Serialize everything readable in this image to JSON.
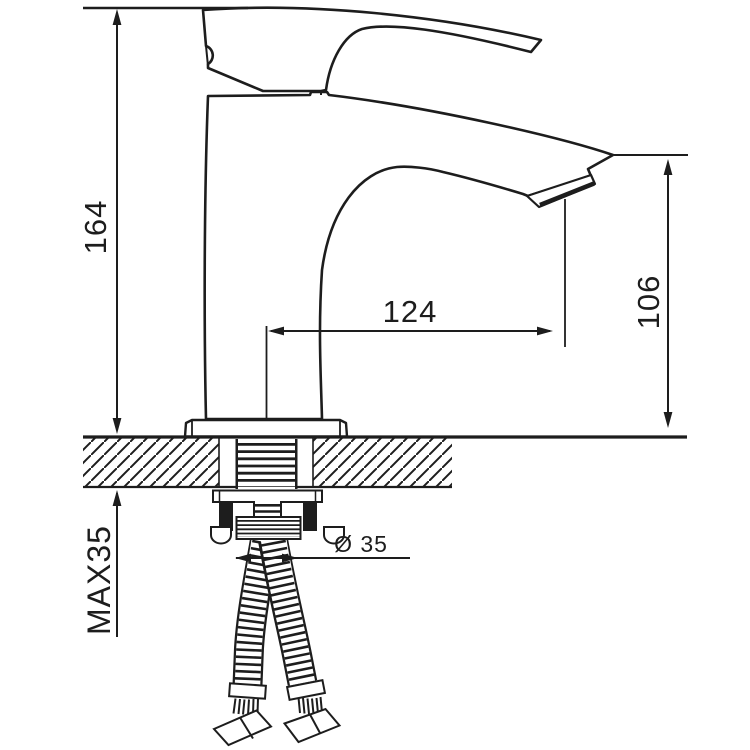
{
  "palette": {
    "background": "#ffffff",
    "ink": "#1d1d1d"
  },
  "drawing": {
    "type": "technical-installation-drawing",
    "subject": "single-lever basin faucet, side view with mounting cross-section",
    "labels": {
      "total_height": "164",
      "outlet_height": "106",
      "spout_reach": "124",
      "max_deck_thickness": "MAX35",
      "hole_diameter": "Ø 35"
    }
  }
}
